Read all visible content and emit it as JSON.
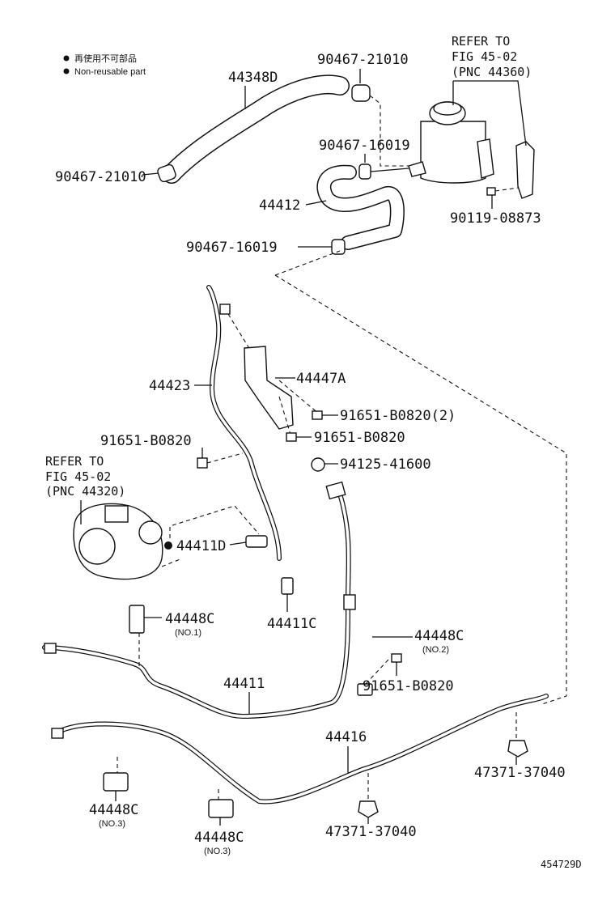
{
  "legend": {
    "line1": "再使用不可部品",
    "line2": "Non-reusable part"
  },
  "refers": {
    "tank": {
      "line1": "REFER TO",
      "line2": "FIG 45-02",
      "line3": "(PNC 44360)"
    },
    "pump": {
      "line1": "REFER TO",
      "line2": "FIG 45-02",
      "line3": "(PNC 44320)"
    }
  },
  "labels": {
    "p44348D": "44348D",
    "p90467_21010_top": "90467-21010",
    "p90467_21010_left": "90467-21010",
    "p90467_16019_top": "90467-16019",
    "p44412": "44412",
    "p90119_08873": "90119-08873",
    "p90467_16019_mid": "90467-16019",
    "p44423": "44423",
    "p44447A": "44447A",
    "p91651_B0820_2": "91651-B0820(2)",
    "p91651_B0820_a": "91651-B0820",
    "p91651_B0820_b": "91651-B0820",
    "p94125_41600": "94125-41600",
    "p44411D": "44411D",
    "p44411C": "44411C",
    "p44448C_1": "44448C",
    "p44448C_2": "44448C",
    "p91651_B0820_c": "91651-B0820",
    "p44411": "44411",
    "p44416": "44416",
    "p47371_37040_r": "47371-37040",
    "p47371_37040_m": "47371-37040",
    "p44448C_3a": "44448C",
    "p44448C_3b": "44448C"
  },
  "sublabels": {
    "no1": "(NO.1)",
    "no2": "(NO.2)",
    "no3a": "(NO.3)",
    "no3b": "(NO.3)"
  },
  "drawing_code": "454729D"
}
